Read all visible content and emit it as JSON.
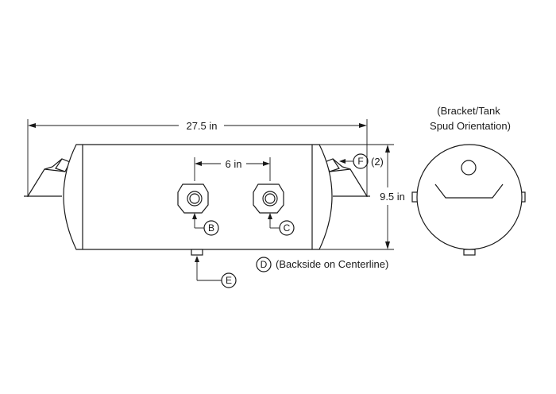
{
  "dimensions": {
    "length": "27.5 in",
    "port_spacing": "6 in",
    "diameter": "9.5 in"
  },
  "callouts": {
    "b": "B",
    "c": "C",
    "d": "D",
    "d_note": "(Backside on Centerline)",
    "e": "E",
    "f": "F",
    "f_qty": "(2)"
  },
  "end_view": {
    "title_line1": "(Bracket/Tank",
    "title_line2": "Spud Orientation)"
  }
}
